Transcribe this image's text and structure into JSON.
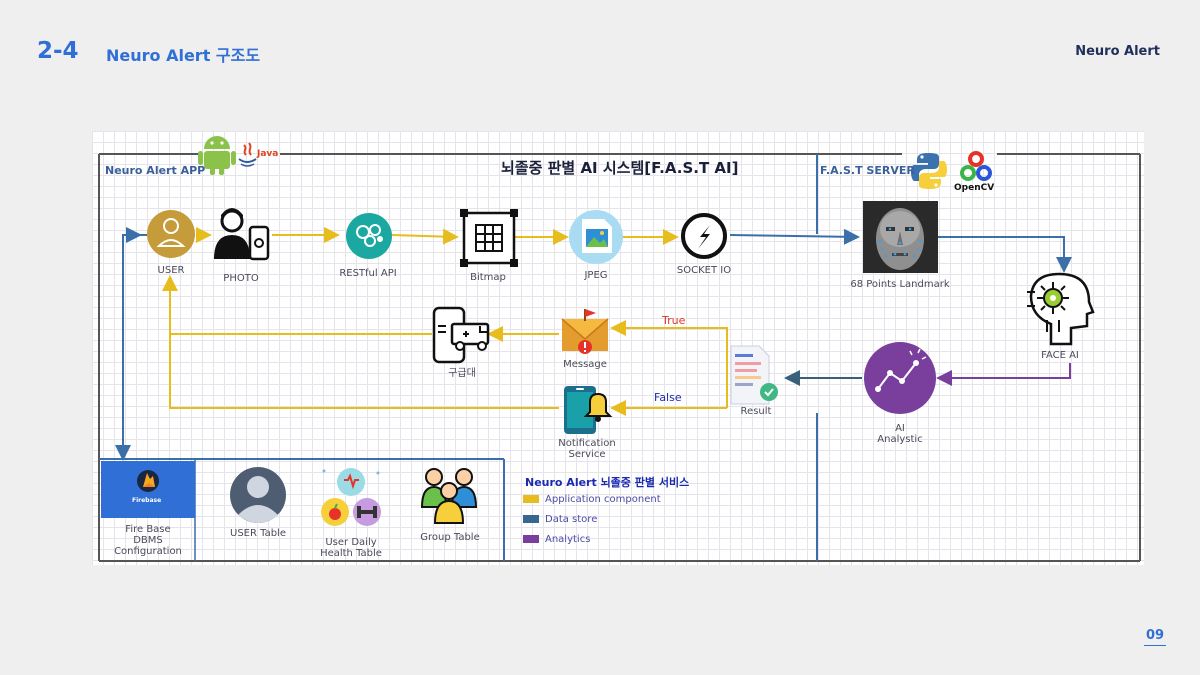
{
  "header": {
    "section_number": "2-4",
    "section_title": "Neuro Alert 구조도",
    "brand": "Neuro Alert"
  },
  "page_number": "09",
  "diagram": {
    "title": "뇌졸중 판별 AI 시스템[F.A.S.T AI]",
    "app_label": "Neuro Alert APP",
    "server_label": "F.A.S.T SERVER",
    "java_label": "Java",
    "opencv_label": "OpenCV",
    "firebase_badge": "Firebase",
    "nodes": {
      "user": "USER",
      "photo": "PHOTO",
      "restful": "RESTful API",
      "bitmap": "Bitmap",
      "jpeg": "JPEG",
      "socket": "SOCKET IO",
      "landmark": "68 Points Landmark",
      "face_ai": "FACE AI",
      "ai_analytic": "AI\nAnalystic",
      "result": "Result",
      "message": "Message",
      "ambulance": "구급대",
      "notification": "Notification\nService",
      "firebase": "Fire Base\nDBMS\nConfiguration",
      "user_table": "USER Table",
      "health_table": "User Daily\nHealth Table",
      "group_table": "Group Table"
    },
    "edge_labels": {
      "true": "True",
      "false": "False"
    },
    "legend": {
      "title": "Neuro Alert 뇌졸중 판별 서비스",
      "items": [
        {
          "label": "Application component",
          "color": "#e6bd1c"
        },
        {
          "label": "Data store",
          "color": "#35678f"
        },
        {
          "label": "Analytics",
          "color": "#7a3f9d"
        }
      ]
    },
    "colors": {
      "yellow": "#e6bd1c",
      "blue": "#3a6faa",
      "purple": "#7a3f9d",
      "frame": "#555555"
    }
  }
}
